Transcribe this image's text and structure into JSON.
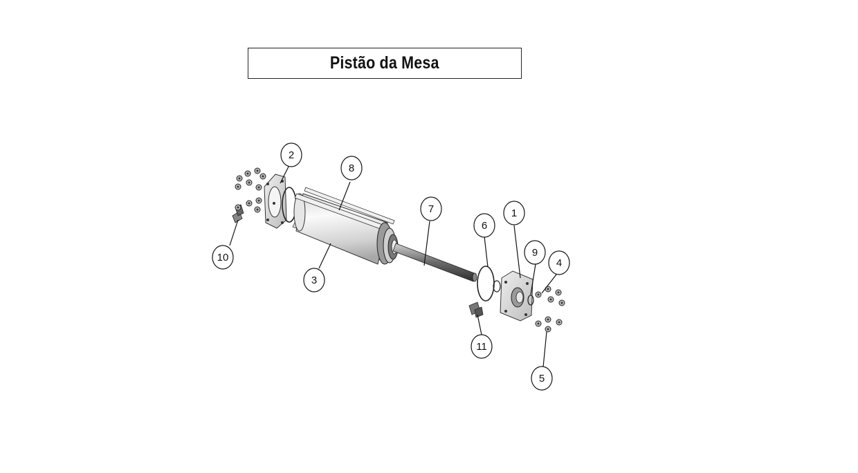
{
  "title": "Pistão da Mesa",
  "callouts": [
    {
      "id": "c1",
      "label": "1"
    },
    {
      "id": "c2",
      "label": "2"
    },
    {
      "id": "c3",
      "label": "3"
    },
    {
      "id": "c4",
      "label": "4"
    },
    {
      "id": "c5",
      "label": "5"
    },
    {
      "id": "c6",
      "label": "6"
    },
    {
      "id": "c7",
      "label": "7"
    },
    {
      "id": "c8",
      "label": "8"
    },
    {
      "id": "c9",
      "label": "9"
    },
    {
      "id": "c10",
      "label": "10"
    },
    {
      "id": "c11",
      "label": "11"
    }
  ]
}
